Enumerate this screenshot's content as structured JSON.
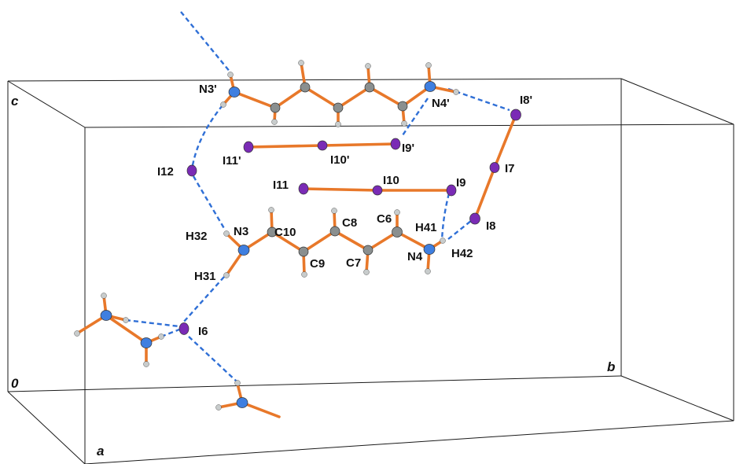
{
  "colors": {
    "carbon": "#8a8f8f",
    "nitrogen": "#3f7fe0",
    "iodine": "#7a2bb5",
    "hydrogen": "#c8cccc",
    "bond": "#e8782a",
    "hbond": "#2f6fd6"
  },
  "axes": {
    "c": "c",
    "origin": "0",
    "a": "a",
    "b": "b"
  },
  "labels": {
    "N3p": "N3'",
    "N4p": "N4'",
    "I8p": "I8'",
    "I11p": "I11'",
    "I10p": "I10'",
    "I9p": "I9'",
    "I12": "I12",
    "I7": "I7",
    "I11": "I11",
    "I10": "I10",
    "I9": "I9",
    "I8": "I8",
    "H32": "H32",
    "N3": "N3",
    "C10": "C10",
    "C8": "C8",
    "C6": "C6",
    "H41": "H41",
    "H42": "H42",
    "N4": "N4",
    "C9": "C9",
    "C7": "C7",
    "H31": "H31",
    "I6": "I6"
  }
}
